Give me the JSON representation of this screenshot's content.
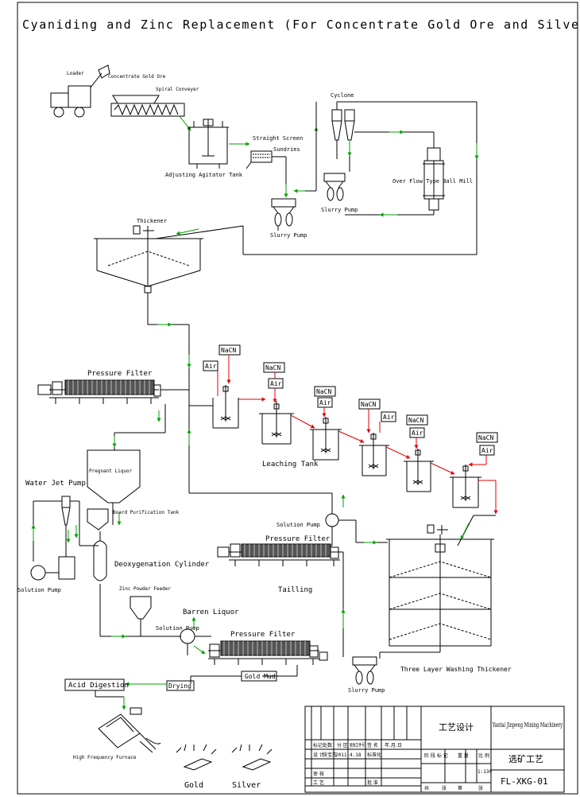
{
  "title": "Cyaniding and Zinc Replacement (For Concentrate Gold Ore and Silver Ore)",
  "labels": {
    "loader": "Loader",
    "concentrate_gold_ore": "Concentrate Gold Ore",
    "spiral_conveyer": "Spiral Conveyer",
    "adjusting_agitator_tank": "Adjusting Agitator Tank",
    "straight_screen": "Straight Screen",
    "sundries": "Sundries",
    "cyclone": "Cyclone",
    "ball_mill": "Over Flow Type Ball Mill",
    "slurry_pump_1": "Slurry Pump",
    "slurry_pump_2": "Slurry Pump",
    "thickener": "Thickener",
    "pressure_filter_1": "Pressure Filter",
    "pregnant_liquor": "Pregnant Liquor",
    "water_jet_pump": "Water Jet Pump",
    "board_purification_tank": "Board Purification Tank",
    "deoxygenation_cylinder": "Deoxygenation Cylinder",
    "solution_pump_left": "Solution Pump",
    "zinc_powder_feeder": "Zinc Powder Feeder",
    "barren_liquor": "Barren Liquor",
    "solution_pump_mid": "Solution Pump",
    "pressure_filter_3": "Pressure Filter",
    "gold_mud": "Gold Mud",
    "drying": "Drying",
    "acid_digestion": "Acid Digestion",
    "high_frequency_furnace": "High Frequency Furnace",
    "gold": "Gold",
    "silver": "Silver",
    "leaching_tank": "Leaching Tank",
    "solution_pump_top": "Solution Pump",
    "pressure_filter_2": "Pressure Filter",
    "tailling": "Tailling",
    "slurry_pump_3": "Slurry Pump",
    "three_layer_thickener": "Three Layer Washing Thickener"
  },
  "reagents": [
    {
      "nacn": "NaCN",
      "air": "Air"
    },
    {
      "nacn": "NaCN",
      "air": "Air"
    },
    {
      "nacn": "NaCN",
      "air": "Air"
    },
    {
      "nacn": "NaCN",
      "air": "Air"
    },
    {
      "nacn": "NaCN",
      "air": "Air"
    },
    {
      "nacn": "NaCN",
      "air": "Air"
    }
  ],
  "title_block": {
    "company": "Yantai Jinpeng Mining Machinery",
    "process_design": "工艺设计",
    "drawing_title": "选矿工艺",
    "drawing_no": "FL-XKG-01",
    "scale": "1:130",
    "row_headers": [
      "标记",
      "处数",
      "分 区",
      "更改文件号",
      "签 名",
      "年.月.日"
    ],
    "designer_row": [
      "设 计",
      "张宝志",
      "2011.4.18",
      "标准化"
    ],
    "review": "审 核",
    "process": "工 艺",
    "approve": "批 准",
    "stage_headers": [
      "阶 段 标 记",
      "重 量",
      "比 例"
    ],
    "sheet_row": [
      "共",
      "张",
      "第",
      "张"
    ]
  },
  "colors": {
    "line": "#000000",
    "flow_arrow": "#00a000",
    "solution_flow": "#e00000"
  }
}
